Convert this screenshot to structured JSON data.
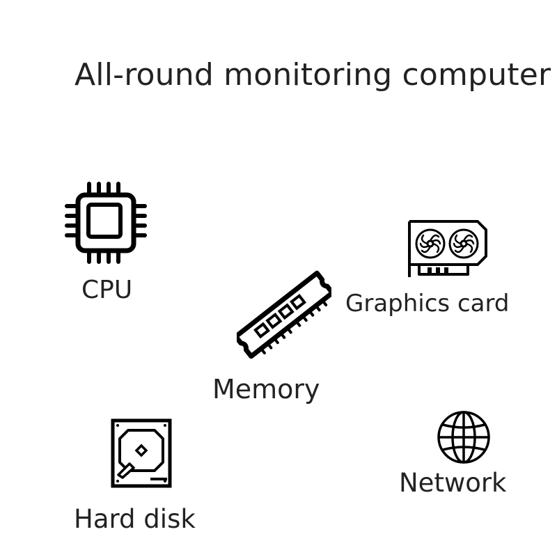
{
  "title": "All-round monitoring computer",
  "items": {
    "cpu": {
      "label": "CPU",
      "icon": "cpu-chip-icon"
    },
    "graphics_card": {
      "label": "Graphics card",
      "icon": "graphics-card-icon"
    },
    "memory": {
      "label": "Memory",
      "icon": "memory-module-icon"
    },
    "hard_disk": {
      "label": "Hard disk",
      "icon": "hard-disk-icon"
    },
    "network": {
      "label": "Network",
      "icon": "globe-icon"
    }
  },
  "colors": {
    "text": "#222222",
    "icon": "#000000",
    "background": "#ffffff"
  }
}
